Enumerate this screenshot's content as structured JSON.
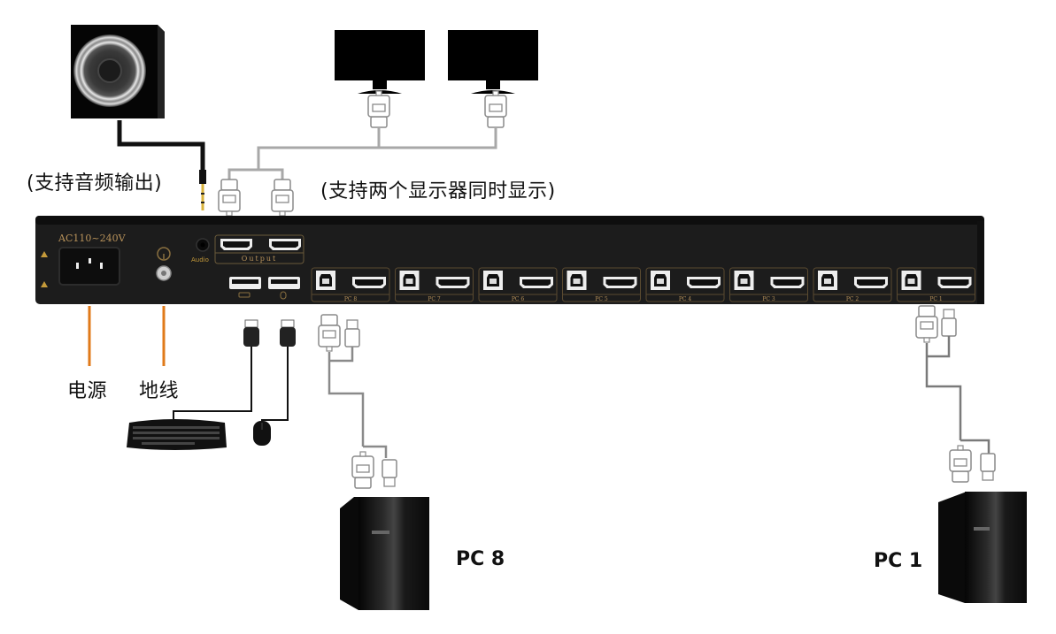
{
  "labels": {
    "audio_support": "(支持音频输出)",
    "dual_display_support": "(支持两个显示器同时显示)",
    "power": "电源",
    "ground": "地线",
    "pc_first": "PC 8",
    "pc_last": "PC 1"
  },
  "device": {
    "power_rating": "AC110~240V",
    "audio_port_label": "Audio",
    "output_group_label": "Output",
    "pc_ports": [
      "PC 8",
      "PC 7",
      "PC 6",
      "PC 5",
      "PC 4",
      "PC 3",
      "PC 2",
      "PC 1"
    ]
  },
  "peripherals": {
    "speaker": "speaker",
    "monitors": [
      "monitor-1",
      "monitor-2"
    ],
    "keyboard": "keyboard",
    "mouse": "mouse"
  },
  "colors": {
    "device_body": "#1c1c1c",
    "silkscreen": "#b8925a",
    "leader_line": "#e07a1a",
    "cable_gray": "#9a9a9a",
    "cable_black": "#111111"
  }
}
